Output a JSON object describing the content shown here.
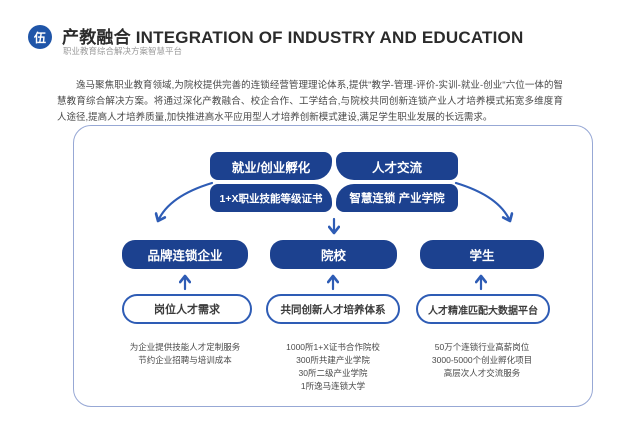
{
  "header": {
    "badge": "伍",
    "title_zh": "产教融合",
    "title_en": "INTEGRATION OF INDUSTRY AND EDUCATION",
    "subtitle": "职业教育综合解决方案智慧平台"
  },
  "intro": "逸马聚焦职业教育领域,为院校提供完善的连锁经营管理理论体系,提供\"教学-管理-评价-实训-就业-创业\"六位一体的智慧教育综合解决方案。将通过深化产教融合、校企合作、工学结合,与院校共同创新连锁产业人才培养模式拓宽多维度育人途径,提高人才培养质量,加快推进高水平应用型人才培养创新模式建设,满足学生职业发展的长远需求。",
  "diagram": {
    "hub": {
      "top_left": "就业/创业孵化",
      "top_right": "人才交流",
      "bottom_left": "1+X职业技能等级证书",
      "bottom_right": "智慧连锁 产业学院"
    },
    "columns": [
      {
        "entity": "品牌连锁企业",
        "offer": "岗位人才需求",
        "notes": [
          "为企业提供技能人才定制服务",
          "节约企业招聘与培训成本"
        ]
      },
      {
        "entity": "院校",
        "offer": "共同创新人才培养体系",
        "notes": [
          "1000所1+X证书合作院校",
          "300所共建产业学院",
          "30所二级产业学院",
          "1所逸马连锁大学"
        ]
      },
      {
        "entity": "学生",
        "offer": "人才精准匹配大数据平台",
        "notes": [
          "50万个连锁行业高薪岗位",
          "3000-5000个创业孵化项目",
          "高层次人才交流服务"
        ]
      }
    ]
  },
  "colors": {
    "brand_blue": "#1c418f",
    "badge_blue": "#1f55a8",
    "arrow_blue": "#2e5cb5",
    "frame_border": "#97a8d5"
  }
}
